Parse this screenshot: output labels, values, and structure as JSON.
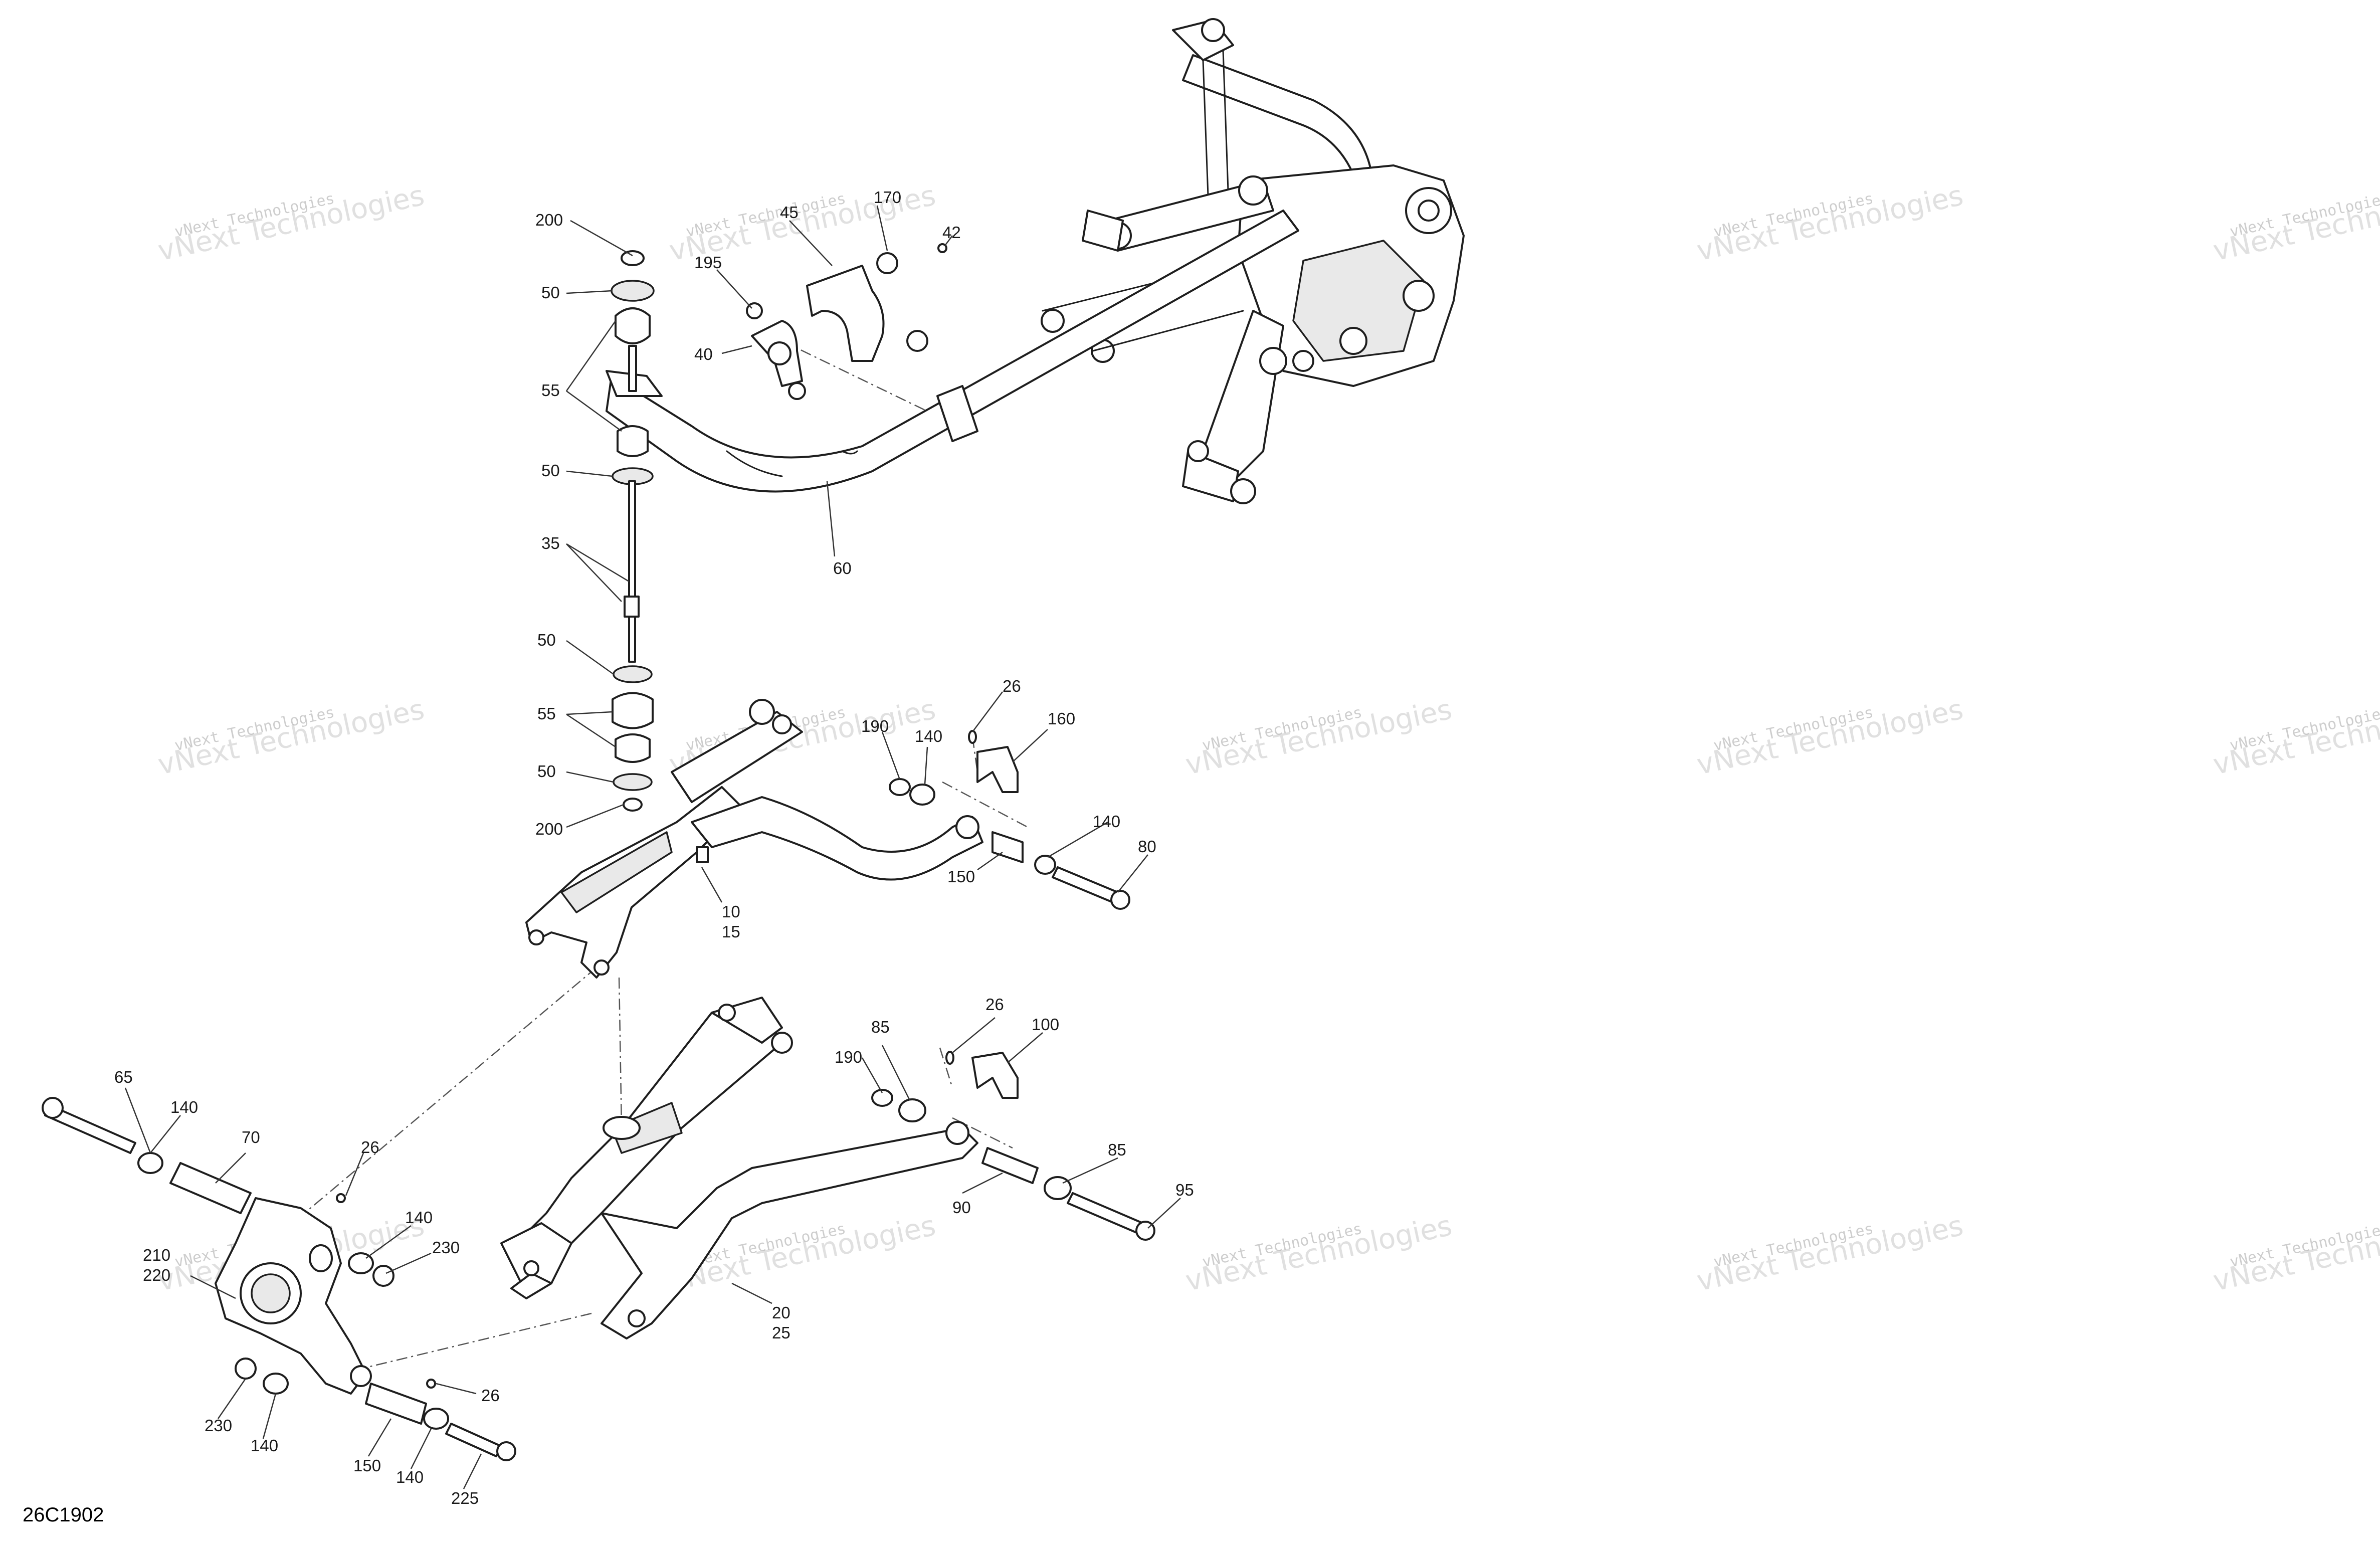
{
  "diagram": {
    "code": "26C1902",
    "watermark": {
      "main": "vNext Technologies",
      "sub": "vNext Technologies"
    },
    "callouts": {
      "c200a": "200",
      "c50a": "50",
      "c55a": "55",
      "c50b": "50",
      "c35": "35",
      "c50c": "50",
      "c55b": "55",
      "c50d": "50",
      "c200b": "200",
      "c195": "195",
      "c45": "45",
      "c170": "170",
      "c42": "42",
      "c40": "40",
      "c60": "60",
      "c190a": "190",
      "c140a": "140",
      "c26a": "26",
      "c160": "160",
      "c140b": "140",
      "c80": "80",
      "c150a": "150",
      "c10": "10",
      "c15": "15",
      "c85a": "85",
      "c26b": "26",
      "c100": "100",
      "c190b": "190",
      "c85b": "85",
      "c95": "95",
      "c90": "90",
      "c20": "20",
      "c25": "25",
      "c65": "65",
      "c140c": "140",
      "c70": "70",
      "c26c": "26",
      "c140d": "140",
      "c230a": "230",
      "c210": "210",
      "c220": "220",
      "c26d": "26",
      "c230b": "230",
      "c140e": "140",
      "c150b": "150",
      "c140f": "140",
      "c225": "225"
    }
  }
}
